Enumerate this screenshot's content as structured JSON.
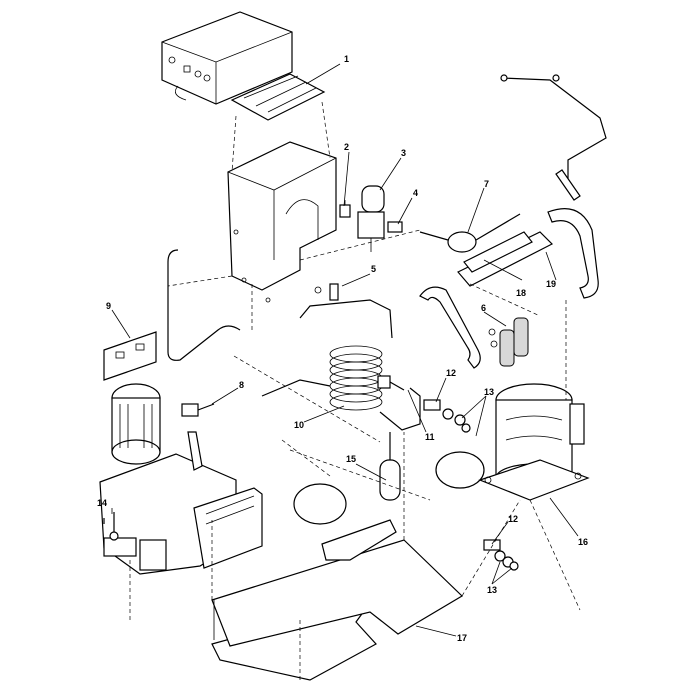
{
  "callouts": [
    {
      "id": "c1",
      "label": "1"
    },
    {
      "id": "c2",
      "label": "2"
    },
    {
      "id": "c3",
      "label": "3"
    },
    {
      "id": "c4",
      "label": "4"
    },
    {
      "id": "c5",
      "label": "5"
    },
    {
      "id": "c6",
      "label": "6"
    },
    {
      "id": "c7",
      "label": "7"
    },
    {
      "id": "c8",
      "label": "8"
    },
    {
      "id": "c9",
      "label": "9"
    },
    {
      "id": "c10",
      "label": "10"
    },
    {
      "id": "c11",
      "label": "11"
    },
    {
      "id": "c12a",
      "label": "12"
    },
    {
      "id": "c12b",
      "label": "12"
    },
    {
      "id": "c13a",
      "label": "13"
    },
    {
      "id": "c13b",
      "label": "13"
    },
    {
      "id": "c14",
      "label": "14"
    },
    {
      "id": "c15",
      "label": "15"
    },
    {
      "id": "c16",
      "label": "16"
    },
    {
      "id": "c17",
      "label": "17"
    },
    {
      "id": "c18",
      "label": "18"
    },
    {
      "id": "c19",
      "label": "19"
    }
  ]
}
